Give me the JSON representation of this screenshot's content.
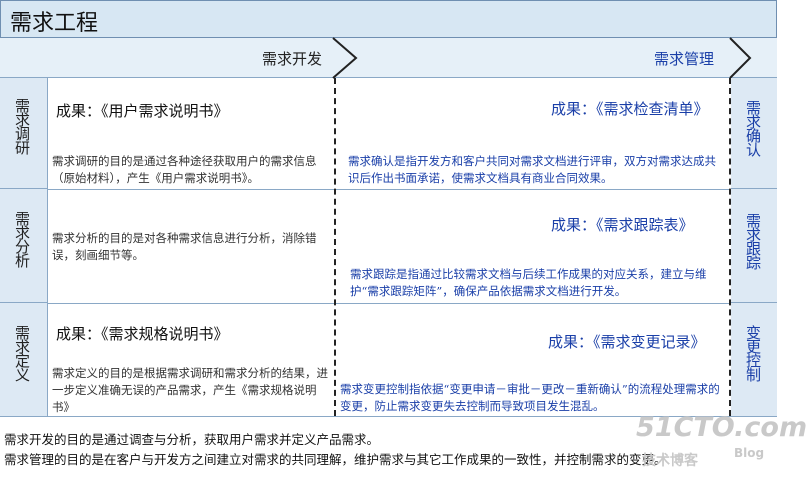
{
  "title": "需求工程",
  "header": {
    "dev": "需求开发",
    "mgmt": "需求管理"
  },
  "rows": [
    {
      "label": "需求调研",
      "dev_result": "成果：《用户需求说明书》",
      "dev_desc": "需求调研的目的是通过各种途径获取用户的需求信息（原始材料），产生《用户需求说明书》。",
      "mgmt_result": "成果：《需求检查清单》",
      "mgmt_desc": "需求确认是指开发方和客户共同对需求文档进行评审，双方对需求达成共识后作出书面承诺，使需求文档具有商业合同效果。",
      "mgmt_label": "需求确认"
    },
    {
      "label": "需求分析",
      "dev_result": "",
      "dev_desc": "需求分析的目的是对各种需求信息进行分析，消除错误，刻画细节等。",
      "mgmt_result": "成果：《需求跟踪表》",
      "mgmt_desc": "需求跟踪是指通过比较需求文档与后续工作成果的对应关系，建立与维护“需求跟踪矩阵”，确保产品依据需求文档进行开发。",
      "mgmt_label": "需求跟踪"
    },
    {
      "label": "需求定义",
      "dev_result": "成果：《需求规格说明书》",
      "dev_desc": "需求定义的目的是根据需求调研和需求分析的结果，进一步定义准确无误的产品需求，产生《需求规格说明书》",
      "mgmt_result": "成果：《需求变更记录》",
      "mgmt_desc": "需求变更控制指依据“变更申请－审批－更改－重新确认”的流程处理需求的变更，防止需求变更失去控制而导致项目发生混乱。",
      "mgmt_label": "变更控制"
    }
  ],
  "notes": [
    "需求开发的目的是通过调查与分析，获取用户需求并定义产品需求。",
    "需求管理的目的是在客户与开发方之间建立对需求的共同理解，维护需求与其它工作成果的一致性，并控制需求的变更。"
  ],
  "watermark": {
    "line1": "51CTO.com",
    "line2": "技术博客",
    "line3": "Blog"
  },
  "colors": {
    "mgmt_text": "#1a3fa8",
    "header_bg": "#d7e7f3",
    "label_bg": "#dde9f4"
  }
}
